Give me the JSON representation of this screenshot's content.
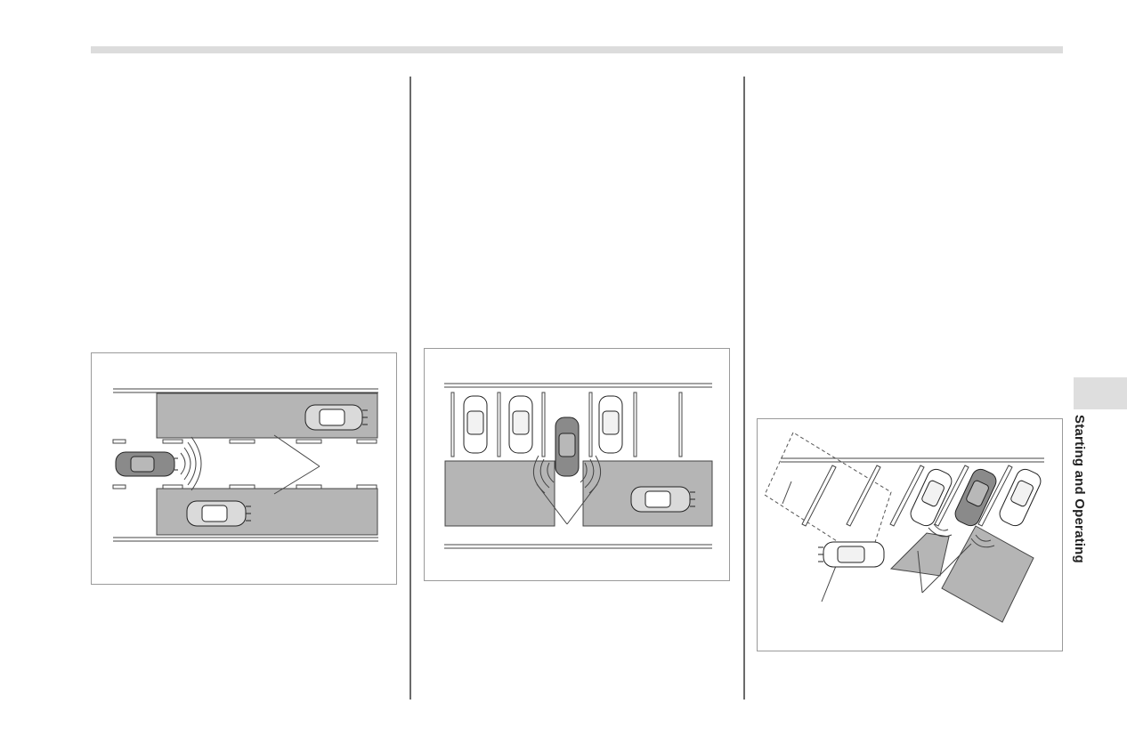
{
  "section_tab": {
    "label": "Starting and Operating"
  },
  "colors": {
    "zone_gray": "#b5b5b5",
    "rule_gray": "#dcdcdc",
    "line_dark": "#444444"
  },
  "figures": [
    {
      "id": "lane-change-detection",
      "icons": [
        "own-vehicle-icon",
        "vehicle-icon",
        "radar-wave-icon"
      ]
    },
    {
      "id": "rear-cross-traffic",
      "icons": [
        "own-vehicle-icon",
        "parked-vehicle-icon",
        "radar-wave-icon"
      ]
    },
    {
      "id": "angled-parking-detection",
      "icons": [
        "own-vehicle-icon",
        "parked-vehicle-icon",
        "radar-wave-icon"
      ]
    }
  ]
}
